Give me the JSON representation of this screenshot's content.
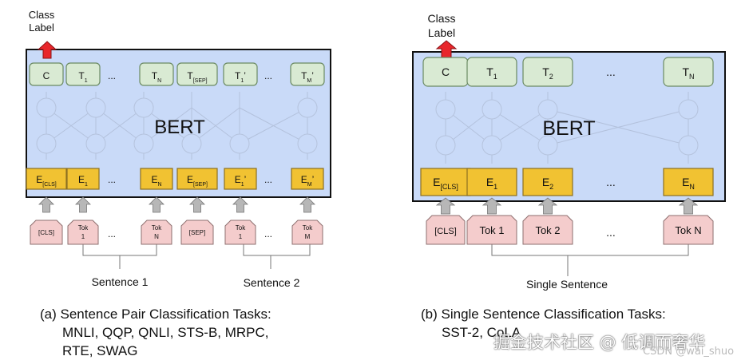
{
  "colors": {
    "bert_fill": "#c9daf8",
    "output_fill": "#d9ead3",
    "embed_fill": "#f1c232",
    "token_fill": "#f4cccc",
    "class_arrow": "#e8262b",
    "up_arrow": "#b7b7b7"
  },
  "panel_a": {
    "class_label": [
      "Class",
      "Label"
    ],
    "bert_label": "BERT",
    "outputs": [
      {
        "main": "C",
        "sub": "",
        "prime": ""
      },
      {
        "main": "T",
        "sub": "1",
        "prime": ""
      },
      {
        "main": "...",
        "sub": "",
        "prime": ""
      },
      {
        "main": "T",
        "sub": "N",
        "prime": ""
      },
      {
        "main": "T",
        "sub": "[SEP]",
        "prime": ""
      },
      {
        "main": "T",
        "sub": "1",
        "prime": "’"
      },
      {
        "main": "...",
        "sub": "",
        "prime": ""
      },
      {
        "main": "T",
        "sub": "M",
        "prime": "’"
      }
    ],
    "embeddings": [
      {
        "main": "E",
        "sub": "[CLS]",
        "prime": ""
      },
      {
        "main": "E",
        "sub": "1",
        "prime": ""
      },
      {
        "main": "...",
        "sub": "",
        "prime": ""
      },
      {
        "main": "E",
        "sub": "N",
        "prime": ""
      },
      {
        "main": "E",
        "sub": "[SEP]",
        "prime": ""
      },
      {
        "main": "E",
        "sub": "1",
        "prime": "’"
      },
      {
        "main": "...",
        "sub": "",
        "prime": ""
      },
      {
        "main": "E",
        "sub": "M",
        "prime": "’"
      }
    ],
    "tokens": [
      {
        "line1": "[CLS]",
        "line2": ""
      },
      {
        "line1": "Tok",
        "line2": "1"
      },
      {
        "line1": "...",
        "line2": ""
      },
      {
        "line1": "Tok",
        "line2": "N"
      },
      {
        "line1": "[SEP]",
        "line2": ""
      },
      {
        "line1": "Tok",
        "line2": "1"
      },
      {
        "line1": "...",
        "line2": ""
      },
      {
        "line1": "Tok",
        "line2": "M"
      }
    ],
    "sentence1": "Sentence 1",
    "sentence2": "Sentence 2",
    "caption": [
      "(a) Sentence Pair Classification Tasks:",
      "MNLI, QQP, QNLI, STS-B, MRPC,",
      "RTE, SWAG"
    ]
  },
  "panel_b": {
    "class_label": [
      "Class",
      "Label"
    ],
    "bert_label": "BERT",
    "outputs": [
      {
        "main": "C",
        "sub": ""
      },
      {
        "main": "T",
        "sub": "1"
      },
      {
        "main": "T",
        "sub": "2"
      },
      {
        "main": "...",
        "sub": ""
      },
      {
        "main": "T",
        "sub": "N"
      }
    ],
    "embeddings": [
      {
        "main": "E",
        "sub": "[CLS]"
      },
      {
        "main": "E",
        "sub": "1"
      },
      {
        "main": "E",
        "sub": "2"
      },
      {
        "main": "...",
        "sub": ""
      },
      {
        "main": "E",
        "sub": "N"
      }
    ],
    "tokens": [
      {
        "label": "[CLS]"
      },
      {
        "label": "Tok 1"
      },
      {
        "label": "Tok 2"
      },
      {
        "label": "..."
      },
      {
        "label": "Tok N"
      }
    ],
    "sentence": "Single Sentence",
    "caption": [
      "(b) Single Sentence Classification Tasks:",
      "SST-2, CoLA"
    ]
  },
  "watermark": {
    "main": "掘金技术社区 @ 低调而奢华",
    "sub": "CSDN @wai_shuo"
  }
}
